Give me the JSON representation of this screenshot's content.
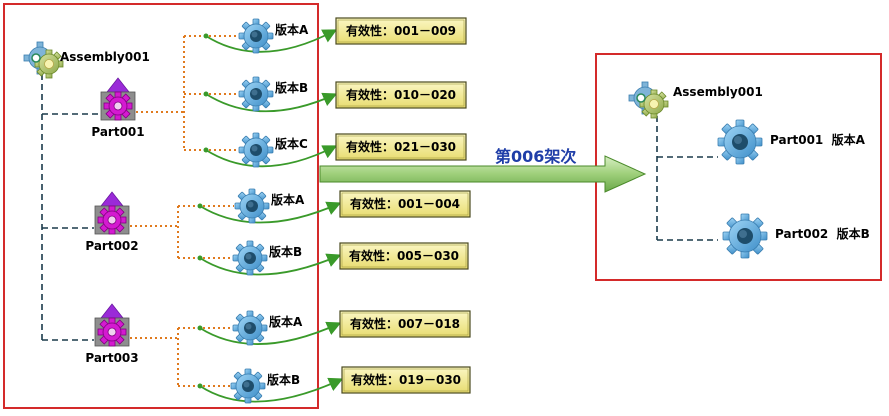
{
  "left_tree": {
    "root": "Assembly001",
    "parts": [
      {
        "name": "Part001",
        "versions": [
          {
            "label": "版本A",
            "effectivity": "有效性：001－009"
          },
          {
            "label": "版本B",
            "effectivity": "有效性：010－020"
          },
          {
            "label": "版本C",
            "effectivity": "有效性：021－030"
          }
        ]
      },
      {
        "name": "Part002",
        "versions": [
          {
            "label": "版本A",
            "effectivity": "有效性：001－004"
          },
          {
            "label": "版本B",
            "effectivity": "有效性：005－030"
          }
        ]
      },
      {
        "name": "Part003",
        "versions": [
          {
            "label": "版本A",
            "effectivity": "有效性：007－018"
          },
          {
            "label": "版本B",
            "effectivity": "有效性：019－030"
          }
        ]
      }
    ]
  },
  "arrow_label": "第006架次",
  "right_tree": {
    "root": "Assembly001",
    "children": [
      "Part001  版本A",
      "Part002  版本B"
    ]
  },
  "colors": {
    "frame": "#d42a2a",
    "gear": "#6cb7e8",
    "dotted": "#e07a1e",
    "tree_line": "#1a3a4a",
    "curve": "#3a9a2a",
    "effectivity_fill": "#f4f0a0",
    "arrow_fill": "#9ecf7a"
  }
}
